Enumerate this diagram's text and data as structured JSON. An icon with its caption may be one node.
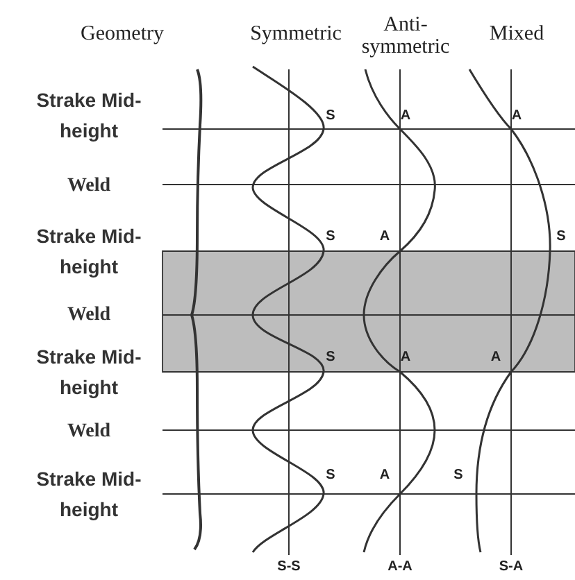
{
  "diagram": {
    "labels": [
      "Geometry",
      "Symmetric",
      "Anti- symmetric",
      "Mixed",
      "Strake Mid-height",
      "S",
      "A",
      "A",
      "Weld",
      "Strake Mid-height",
      "S",
      "A",
      "S",
      "Weld",
      "Strake Mid-height",
      "S",
      "A",
      "A",
      "Weld",
      "Strake Mid-height",
      "S",
      "A",
      "S",
      "S-S",
      "A-A",
      "S-A"
    ]
  }
}
